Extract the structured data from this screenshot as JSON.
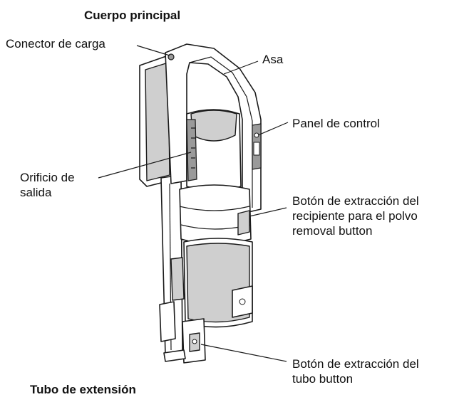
{
  "titles": {
    "main_body": "Cuerpo principal",
    "extension_tube": "Tubo de extensión"
  },
  "labels": {
    "charging_connector": "Conector de carga",
    "handle": "Asa",
    "control_panel": "Panel de control",
    "exhaust_outlet_line1": "Orificio de",
    "exhaust_outlet_line2": "salida",
    "dust_release_line1": "Botón de extracción del",
    "dust_release_line2": "recipiente para el polvo",
    "dust_release_line3": "removal button",
    "tube_release_line1": "Botón de extracción del",
    "tube_release_line2": "tubo button"
  }
}
